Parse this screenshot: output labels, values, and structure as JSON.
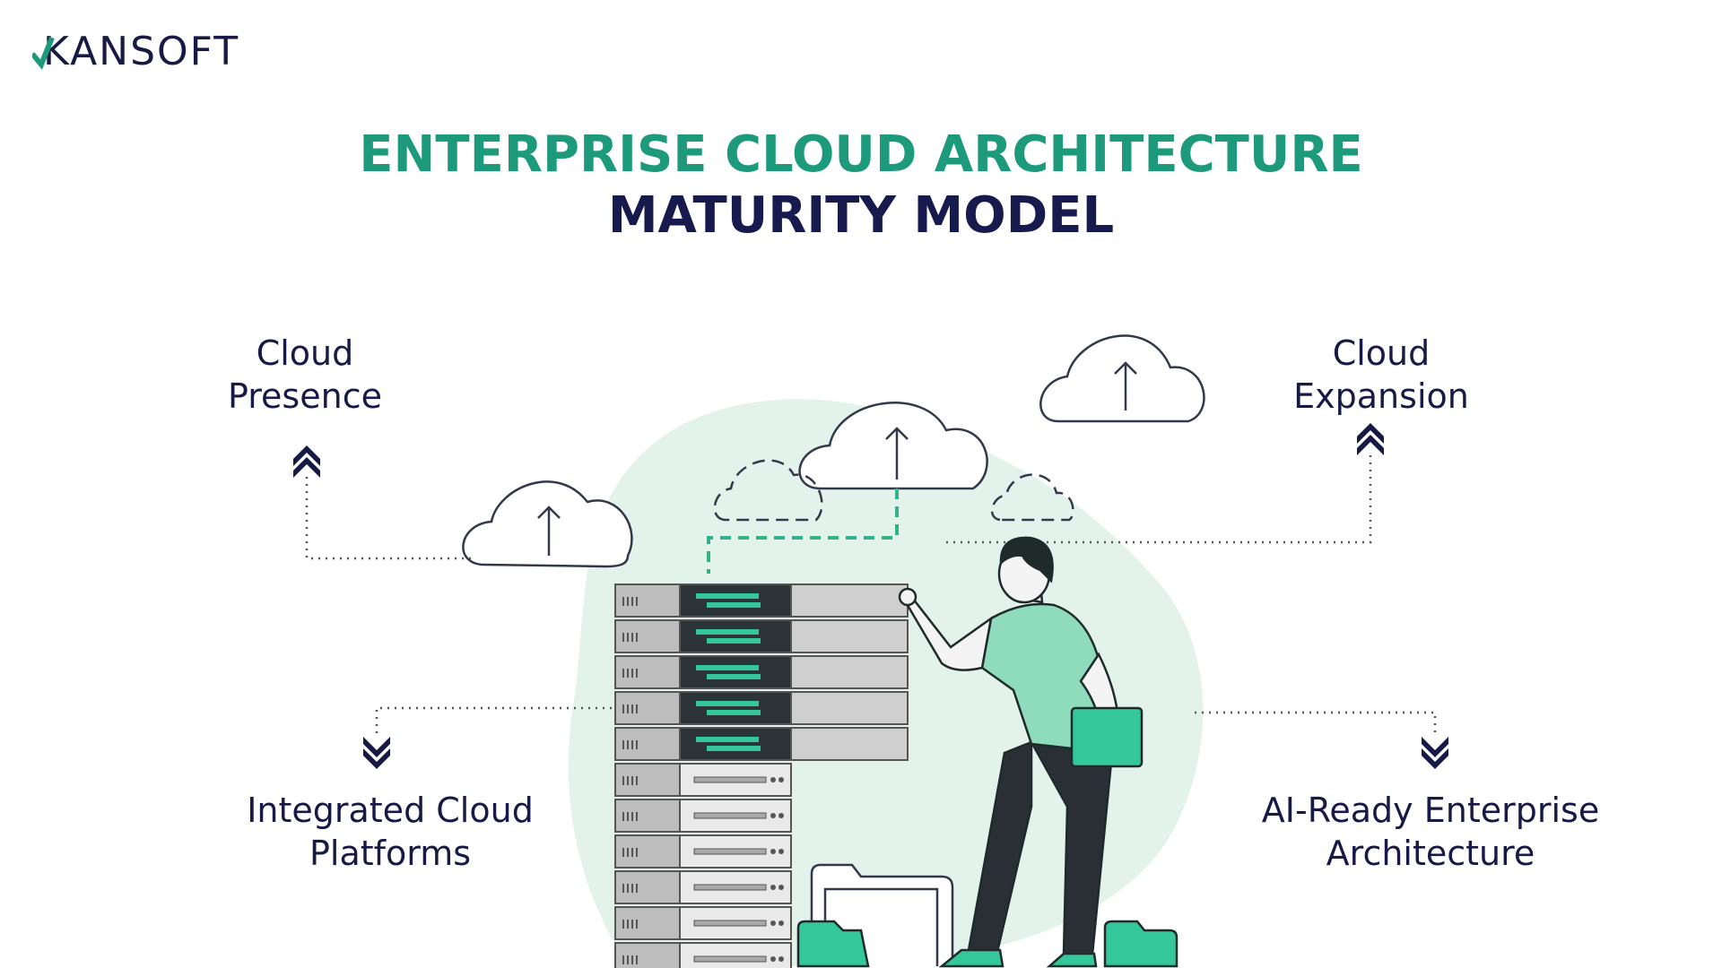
{
  "brand": {
    "logo_text": "KANSOFT"
  },
  "title": {
    "line1": "ENTERPRISE CLOUD ARCHITECTURE",
    "line2": "MATURITY MODEL"
  },
  "stages": {
    "cloud_presence": "Cloud Presence",
    "cloud_expansion": "Cloud Expansion",
    "integrated_cloud_platforms": "Integrated Cloud Platforms",
    "ai_ready_enterprise_architecture": "AI-Ready Enterprise Architecture"
  },
  "colors": {
    "teal": "#1d9a7c",
    "navy": "#161a4d",
    "blob": "#e3f3ec",
    "accent": "#34c79a"
  }
}
